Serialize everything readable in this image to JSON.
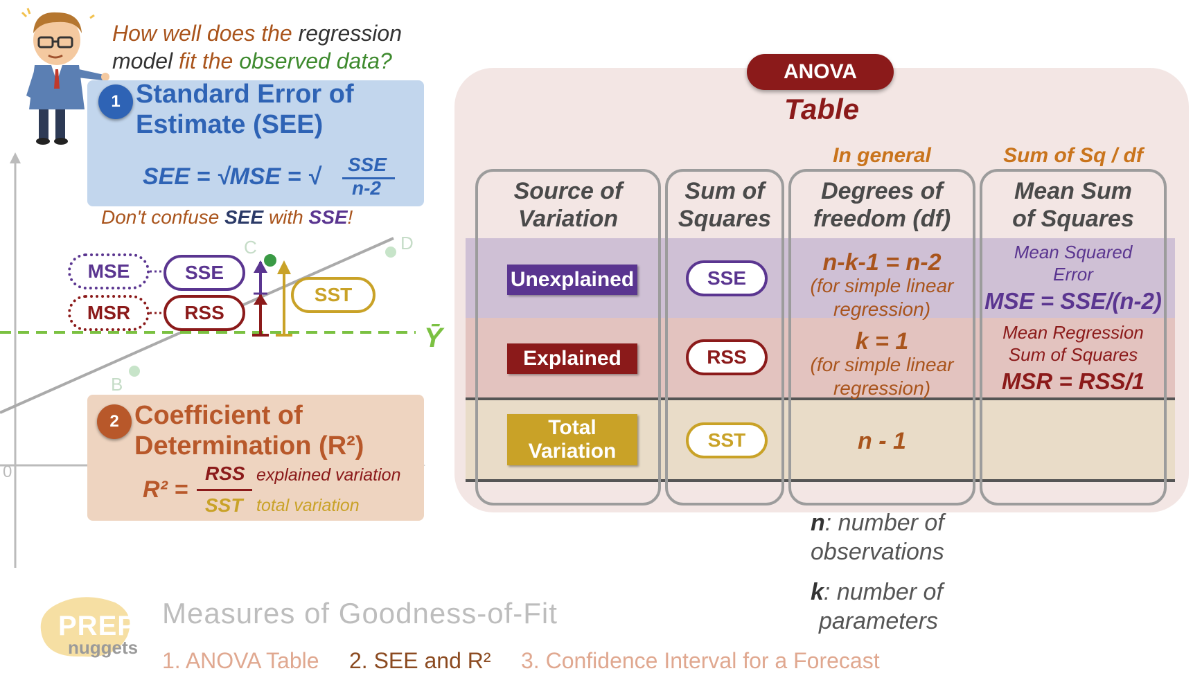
{
  "question": {
    "part1": "How well does the",
    "part2": "regression",
    "part3": "model",
    "part4": "fit the",
    "part5": "observed data?"
  },
  "see": {
    "number": "1",
    "title_line1": "Standard Error of",
    "title_line2": "Estimate (SEE)",
    "formula": "SEE = √MSE  = √",
    "frac_top": "SSE",
    "frac_bottom": "n-2",
    "dont_confuse_1": "Don't confuse",
    "dont_confuse_see": "SEE",
    "dont_confuse_with": "with",
    "dont_confuse_sse": "SSE",
    "dont_confuse_end": "!"
  },
  "graph": {
    "pill_mse": "MSE",
    "pill_sse": "SSE",
    "pill_msr": "MSR",
    "pill_rss": "RSS",
    "pill_sst": "SST",
    "point_c": "C",
    "point_d": "D",
    "point_b": "B",
    "ybar": "Ȳ",
    "origin": "0"
  },
  "r2": {
    "number": "2",
    "title_line1": "Coefficient of",
    "title_line2": "Determination (R²)",
    "lhs": "R² =",
    "num": "RSS",
    "den": "SST",
    "num_desc": "explained variation",
    "den_desc": "total variation"
  },
  "anova": {
    "badge": "ANOVA",
    "subtitle": "Table",
    "note_df": "In general",
    "note_ms": "Sum of Sq / df",
    "headers": {
      "source": [
        "Source of",
        "Variation"
      ],
      "ss": [
        "Sum of",
        "Squares"
      ],
      "df": [
        "Degrees of",
        "freedom (df)"
      ],
      "ms": [
        "Mean Sum",
        "of Squares"
      ]
    },
    "rows": {
      "unexplained": {
        "label": "Unexplained",
        "ss": "SSE",
        "df_main": "n-k-1 = n-2",
        "df_sub1": "(for simple linear",
        "df_sub2": "regression)",
        "ms_sub1": "Mean Squared",
        "ms_sub2": "Error",
        "ms_main": "MSE = SSE/(n-2)"
      },
      "explained": {
        "label": "Explained",
        "ss": "RSS",
        "df_main": "k  = 1",
        "df_sub1": "(for simple linear",
        "df_sub2": "regression)",
        "ms_sub1": "Mean Regression",
        "ms_sub2": "Sum of Squares",
        "ms_main": "MSR = RSS/1"
      },
      "total": {
        "label_line1": "Total",
        "label_line2": "Variation",
        "ss": "SST",
        "df_main": "n - 1"
      }
    },
    "legend_n_key": "n",
    "legend_n_text1": ": number of",
    "legend_n_text2": "observations",
    "legend_k_key": "k",
    "legend_k_text1": ": number of",
    "legend_k_text2": "parameters"
  },
  "footer": {
    "logo_main": "PREP",
    "logo_sub": "nuggets",
    "title": "Measures of Goodness-of-Fit",
    "nav1": "1. ANOVA Table",
    "nav2": "2. SEE and R²",
    "nav3": "3. Confidence Interval for a Forecast"
  },
  "colors": {
    "purple": "#5a3590",
    "maroon": "#8b1a1a",
    "gold": "#c9a227",
    "blue": "#2e63b5",
    "orange": "#b8582a",
    "green": "#7bc142"
  }
}
